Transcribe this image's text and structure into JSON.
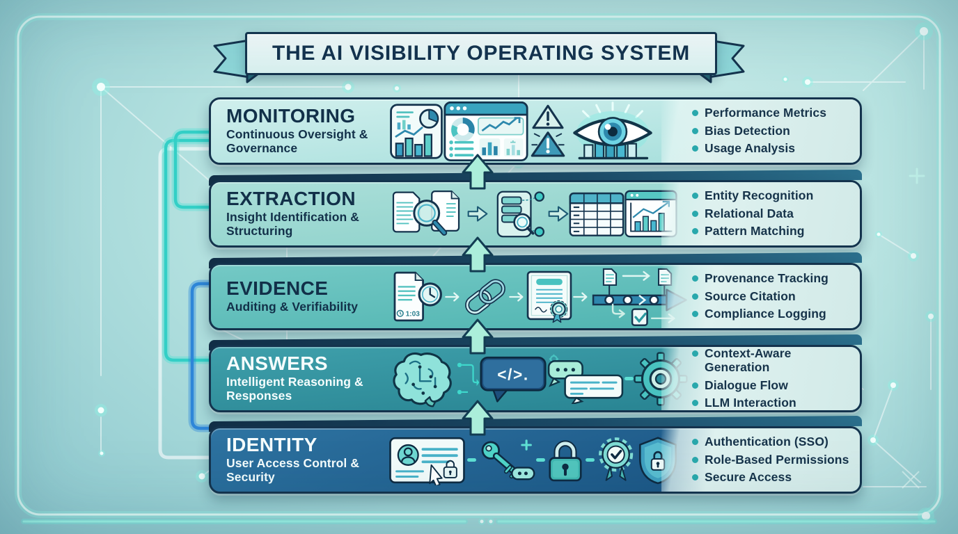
{
  "title_banner": {
    "text": "THE AI VISIBILITY OPERATING SYSTEM"
  },
  "layers": [
    {
      "id": "monitoring",
      "name": "MONITORING",
      "subtitle": "Continuous Oversight & Governance",
      "bullets": [
        "Performance Metrics",
        "Bias Detection",
        "Usage Analysis"
      ],
      "icons": [
        "analytics-card-icon",
        "dashboard-window-icon",
        "alert-triangles-icon",
        "visibility-eye-icon"
      ]
    },
    {
      "id": "extraction",
      "name": "EXTRACTION",
      "subtitle": "Insight Identification & Structuring",
      "bullets": [
        "Entity Recognition",
        "Relational Data",
        "Pattern Matching"
      ],
      "icons": [
        "document-search-icon",
        "flow-arrow-icon",
        "data-structuring-icon",
        "flow-arrow-icon",
        "data-table-icon",
        "chart-window-icon"
      ]
    },
    {
      "id": "evidence",
      "name": "EVIDENCE",
      "subtitle": "Auditing & Verifiability",
      "bullets": [
        "Provenance Tracking",
        "Source Citation",
        "Compliance Logging"
      ],
      "icons": [
        "document-clock-icon",
        "chain-link-icon",
        "certificate-icon",
        "provenance-timeline-icon"
      ],
      "doc_timestamp": "1:03"
    },
    {
      "id": "answers",
      "name": "ANSWERS",
      "subtitle": "Intelligent Reasoning & Responses",
      "bullets": [
        "Context-Aware Generation",
        "Dialogue Flow",
        "LLM Interaction"
      ],
      "icons": [
        "brain-icon",
        "circuit-connector-icon",
        "code-chat-bubble-icon",
        "chat-bubbles-icon",
        "gear-icon"
      ],
      "code_label": "</>."
    },
    {
      "id": "identity",
      "name": "IDENTITY",
      "subtitle": "User Access Control & Security",
      "bullets": [
        "Authentication (SSO)",
        "Role-Based Permissions",
        "Secure Access"
      ],
      "icons": [
        "id-card-icon",
        "key-icon",
        "padlock-icon",
        "badge-check-icon",
        "shield-lock-icon"
      ]
    }
  ],
  "colors": {
    "outline_navy": "#14334D",
    "teal_accent": "#2FC9C2",
    "blue_connector": "#2E86D8",
    "bullet_dot": "#29A8AC",
    "layer_fills": [
      "#B7E5E3",
      "#99D7D0",
      "#5FBEBA",
      "#31909F",
      "#225F8D"
    ],
    "banner_fill": "#E8F7F6",
    "background": "#AADCDC"
  }
}
